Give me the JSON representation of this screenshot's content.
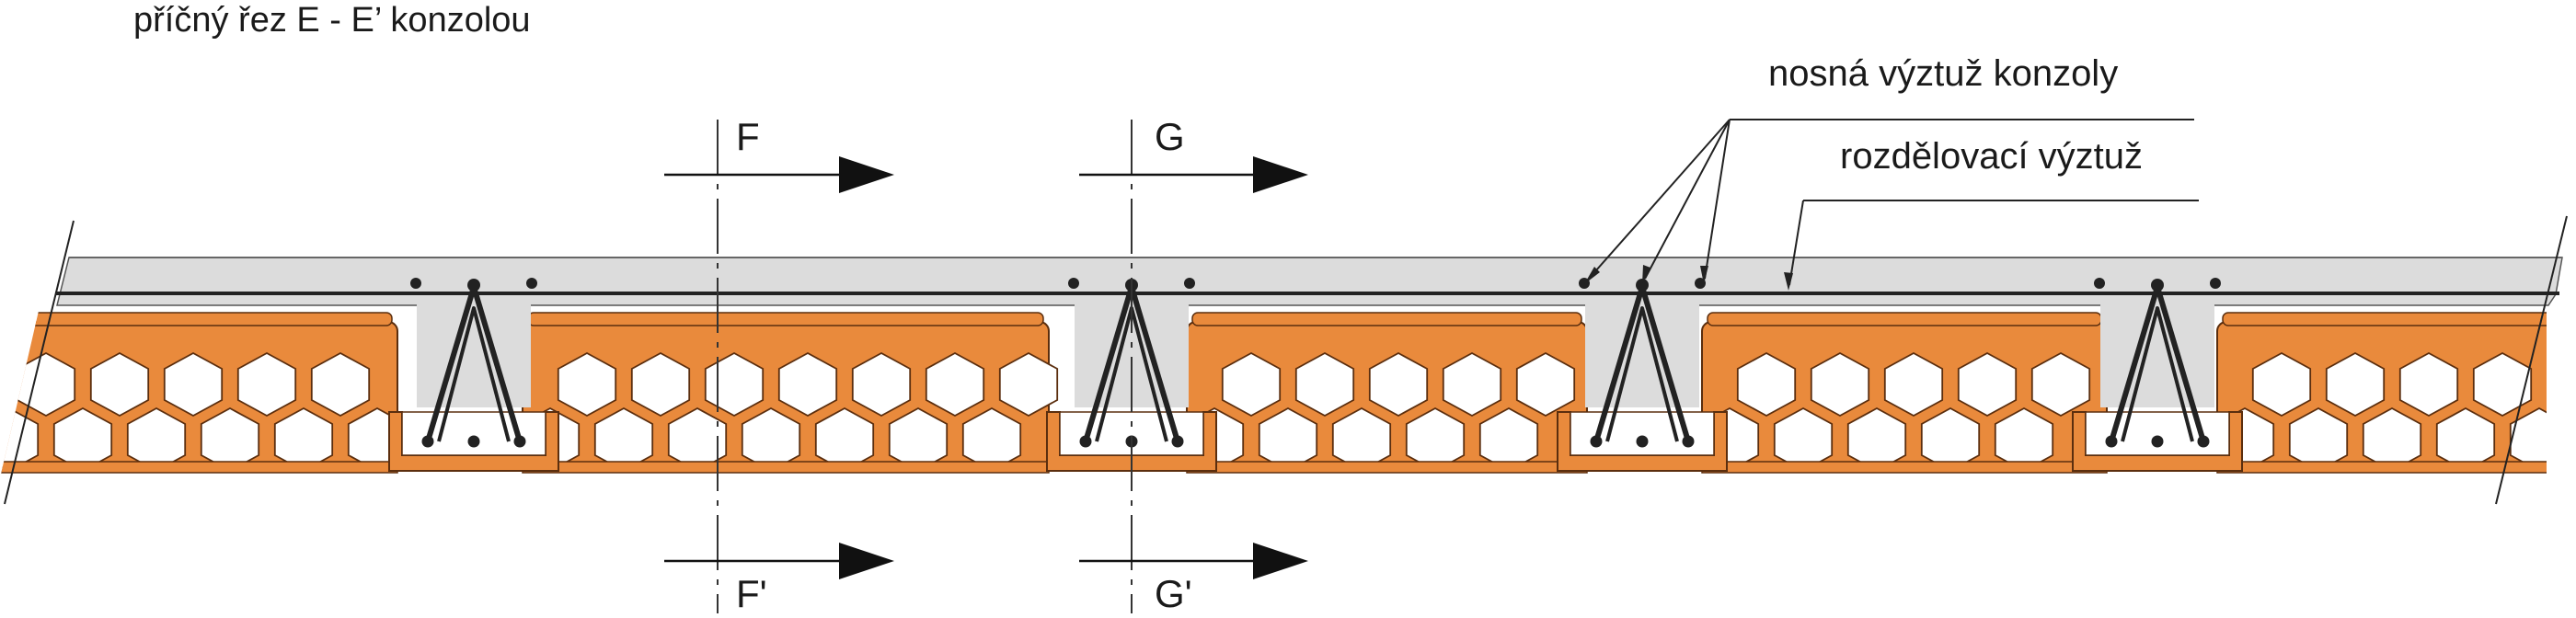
{
  "title": "příčný řez E - E’ konzolou",
  "labels": {
    "main_reinforcement": "nosná výztuž konzoly",
    "distribution_reinforcement": "rozdělovací výztuž"
  },
  "sections": [
    {
      "top": "F",
      "bottom": "F'"
    },
    {
      "top": "G",
      "bottom": "G'"
    }
  ],
  "colors": {
    "concrete": "#dcdcdc",
    "block_fill": "#e98a3c",
    "block_outline": "#5b2e0e",
    "steel": "#222222"
  }
}
